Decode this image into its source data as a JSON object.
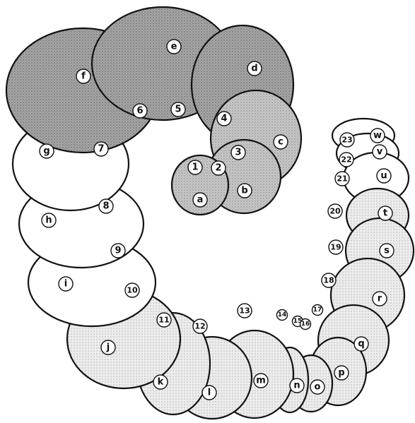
{
  "figure": {
    "palette": {
      "dark": "#9b9b9b",
      "medium": "#c4c4c4",
      "light": "#e3e3e3",
      "white": "#ffffff",
      "outline": "#111111"
    },
    "segments": [
      {
        "label": "a",
        "shade": "medium"
      },
      {
        "label": "b",
        "shade": "medium"
      },
      {
        "label": "c",
        "shade": "medium"
      },
      {
        "label": "d",
        "shade": "dark"
      },
      {
        "label": "e",
        "shade": "dark"
      },
      {
        "label": "f",
        "shade": "dark"
      },
      {
        "label": "g",
        "shade": "white"
      },
      {
        "label": "h",
        "shade": "white"
      },
      {
        "label": "i",
        "shade": "white"
      },
      {
        "label": "j",
        "shade": "light"
      },
      {
        "label": "k",
        "shade": "light"
      },
      {
        "label": "l",
        "shade": "light"
      },
      {
        "label": "m",
        "shade": "light"
      },
      {
        "label": "n",
        "shade": "light"
      },
      {
        "label": "o",
        "shade": "light"
      },
      {
        "label": "p",
        "shade": "light"
      },
      {
        "label": "q",
        "shade": "light"
      },
      {
        "label": "r",
        "shade": "light"
      },
      {
        "label": "s",
        "shade": "light"
      },
      {
        "label": "t",
        "shade": "light"
      },
      {
        "label": "u",
        "shade": "white"
      },
      {
        "label": "v",
        "shade": "white"
      },
      {
        "label": "w",
        "shade": "white"
      }
    ],
    "inner_labels": [
      "1",
      "2",
      "3",
      "4",
      "5",
      "6",
      "7",
      "8",
      "9",
      "10",
      "11",
      "12",
      "13",
      "14",
      "15",
      "16",
      "17",
      "18",
      "19",
      "20",
      "21",
      "22",
      "23"
    ]
  }
}
